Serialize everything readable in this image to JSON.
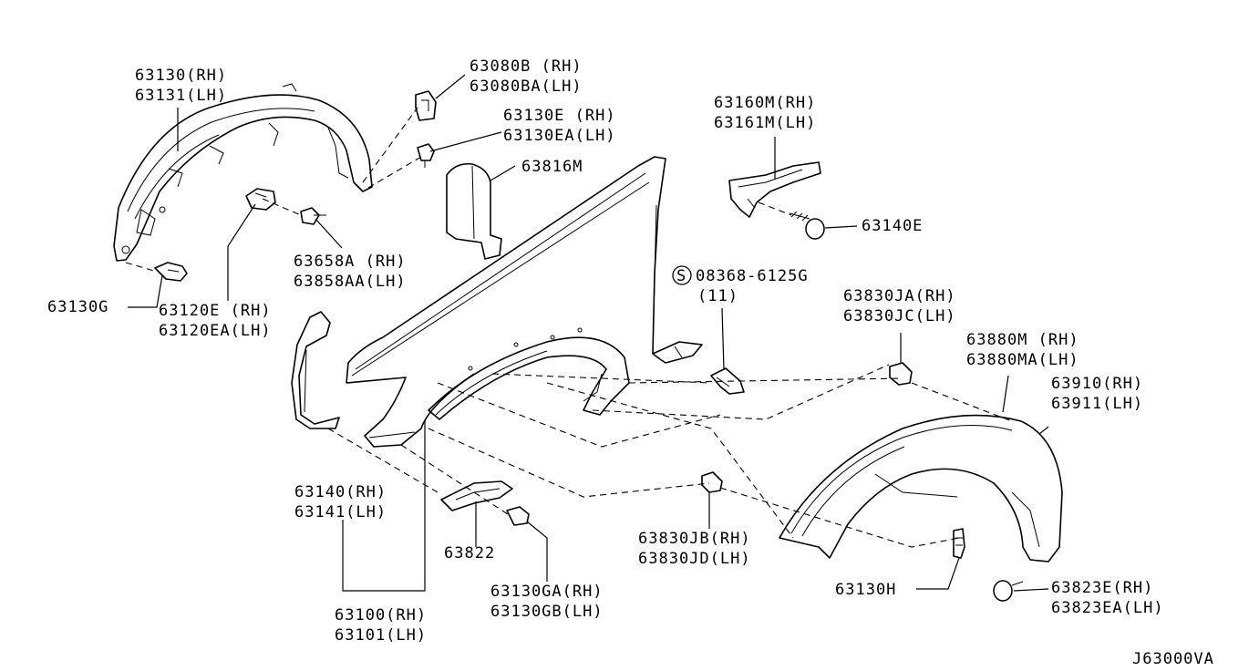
{
  "diagram": {
    "code": "J63000VA",
    "labels": {
      "p63130": [
        "63130(RH)",
        "63131(LH)"
      ],
      "p63080B": [
        "63080B (RH)",
        "63080BA(LH)"
      ],
      "p63130E": [
        "63130E (RH)",
        "63130EA(LH)"
      ],
      "p63816M": [
        "63816M"
      ],
      "p63160M": [
        "63160M(RH)",
        "63161M(LH)"
      ],
      "p63140E": [
        "63140E"
      ],
      "p63658A": [
        "63658A (RH)",
        "63858AA(LH)"
      ],
      "p63130G": [
        "63130G"
      ],
      "p63120E": [
        "63120E (RH)",
        "63120EA(LH)"
      ],
      "p08368": [
        "08368-6125G",
        "(11)"
      ],
      "p08368_symbol": "S",
      "p63830JA": [
        "63830JA(RH)",
        "63830JC(LH)"
      ],
      "p63880M": [
        "63880M (RH)",
        "63880MA(LH)"
      ],
      "p63910": [
        "63910(RH)",
        "63911(LH)"
      ],
      "p63140": [
        "63140(RH)",
        "63141(LH)"
      ],
      "p63822": [
        "63822"
      ],
      "p63830JB": [
        "63830JB(RH)",
        "63830JD(LH)"
      ],
      "p63130H": [
        "63130H"
      ],
      "p63823E": [
        "63823E(RH)",
        "63823EA(LH)"
      ],
      "p63130GA": [
        "63130GA(RH)",
        "63130GB(LH)"
      ],
      "p63100": [
        "63100(RH)",
        "63101(LH)"
      ]
    }
  }
}
